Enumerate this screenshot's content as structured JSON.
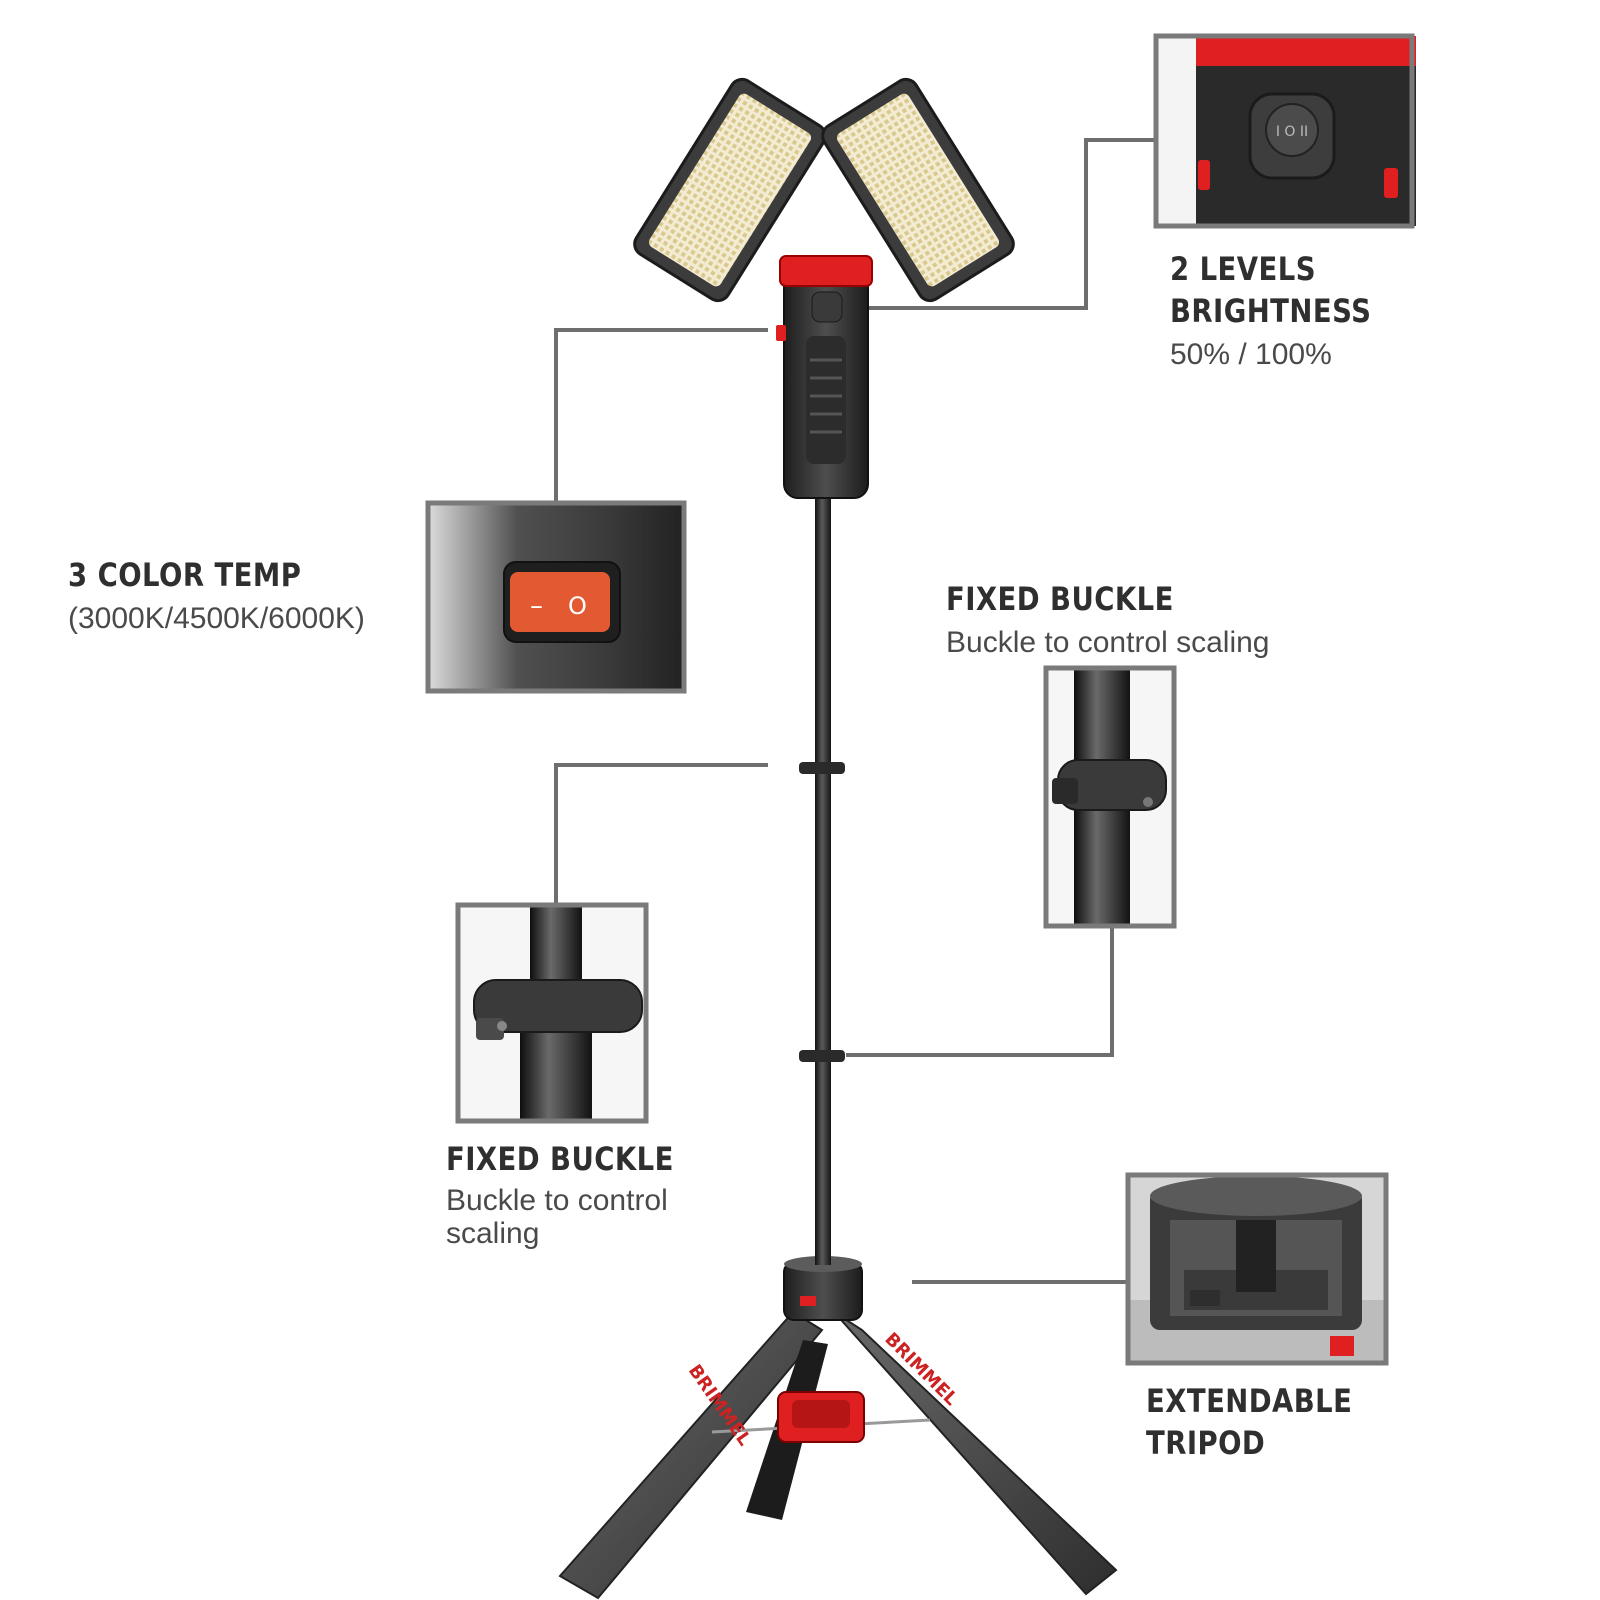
{
  "colors": {
    "accent_red": "#e02020",
    "body_dark": "#2a2a2a",
    "callout_gray": "#7a7a7a",
    "led_panel": "#efe6c8"
  },
  "callouts": {
    "brightness": {
      "title_line1": "2 LEVELS",
      "title_line2": "BRIGHTNESS",
      "subtitle": "50% / 100%"
    },
    "color_temp": {
      "title": "3 COLOR TEMP",
      "subtitle": "(3000K/4500K/6000K)"
    },
    "buckle_right": {
      "title": "FIXED BUCKLE",
      "subtitle": "Buckle to control scaling"
    },
    "buckle_left": {
      "title": "FIXED BUCKLE",
      "subtitle_line1": "Buckle to control",
      "subtitle_line2": "scaling"
    },
    "tripod": {
      "title_line1": "EXTENDABLE",
      "title_line2": "TRIPOD"
    }
  },
  "product": {
    "brand_marking": "BRIMMEL",
    "rocker_switch_symbols": [
      "–",
      "O"
    ],
    "button_symbols": "I O II"
  }
}
